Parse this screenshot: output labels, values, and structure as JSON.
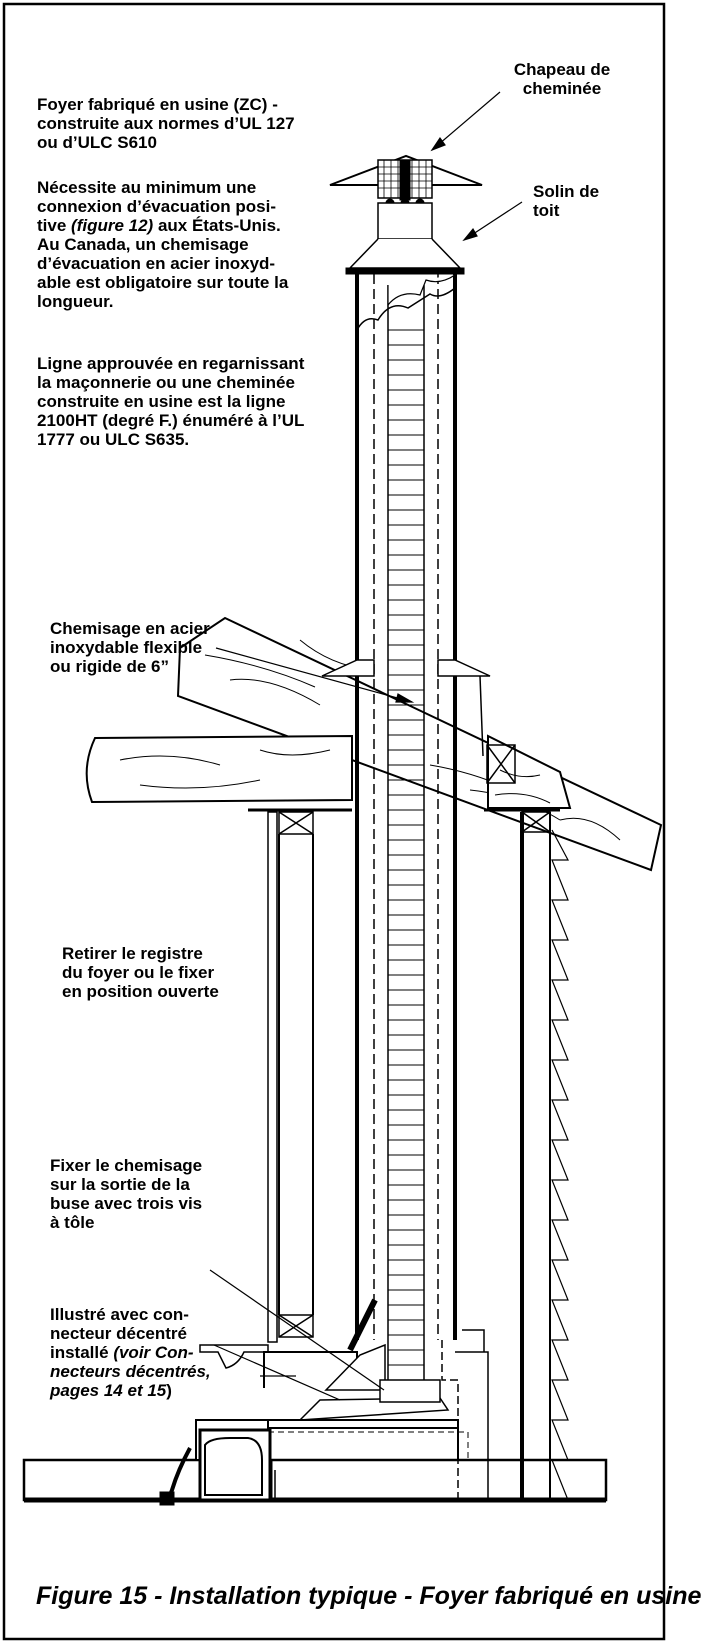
{
  "labels": {
    "chimney_cap": "Chapeau de\ncheminée",
    "roof_flashing": "Solin de\ntoit",
    "zc_fireplace": "Foyer fabriqué en usine (ZC) -\nconstruite aux normes d’UL 127\nou d’ULC S610",
    "requirement_a": "Nécessite au minimum une\nconnexion d’évacuation posi-\ntive ",
    "requirement_ref": "(figure 12)",
    "requirement_b": " aux États-Unis.\nAu Canada, un chemisage\nd’évacuation en acier inoxyd-\nable est obligatoire sur toute la\nlongueur.",
    "approved_line": "Ligne approuvée en regarnissant\nla maçonnerie ou une cheminée\nconstruite en usine est la ligne\n2100HT (degré F.) énuméré à l’UL\n1777 ou ULC S635.",
    "liner": "Chemisage en acier\ninoxydable flexible\nou rigide de 6”",
    "damper": "Retirer le registre\ndu foyer ou le fixer\nen position ouverte",
    "attach_liner": "Fixer le chemisage\nsur la sortie de la\nbuse avec trois vis\nà tôle",
    "offset_a": "Illustré avec con-\nnecteur décentré\ninstallé ",
    "offset_ref": "(voir Con-\nnecteurs décentrés,",
    "offset_pages": "pages 14 et 15",
    "offset_close": ")"
  },
  "caption": "Figure 15 - Installation typique - Foyer fabriqué en usine"
}
